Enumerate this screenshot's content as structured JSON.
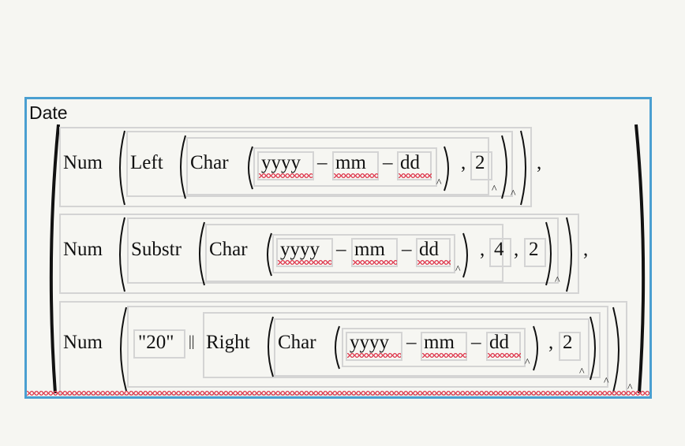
{
  "editor": {
    "label": "Date",
    "colors": {
      "frame_border": "#4a9fd1",
      "box_border": "#d4d4d4",
      "squiggle": "#e0475a",
      "background": "#f6f6f2"
    },
    "rows": [
      {
        "func_outer": "Num",
        "func_mid": "Left",
        "func_inner": "Char",
        "date_parts": [
          "yyyy",
          "mm",
          "dd"
        ],
        "separator": "–",
        "args": [
          "2"
        ],
        "trailing": ","
      },
      {
        "func_outer": "Num",
        "func_mid": "Substr",
        "func_inner": "Char",
        "date_parts": [
          "yyyy",
          "mm",
          "dd"
        ],
        "separator": "–",
        "args": [
          "4",
          "2"
        ],
        "trailing": ","
      },
      {
        "func_outer": "Num",
        "prefix_literal": "\"20\"",
        "concat_op": "||",
        "func_mid": "Right",
        "func_inner": "Char",
        "date_parts": [
          "yyyy",
          "mm",
          "dd"
        ],
        "separator": "–",
        "args": [
          "2"
        ],
        "trailing": ""
      }
    ],
    "comma": ",",
    "caret": "^"
  }
}
